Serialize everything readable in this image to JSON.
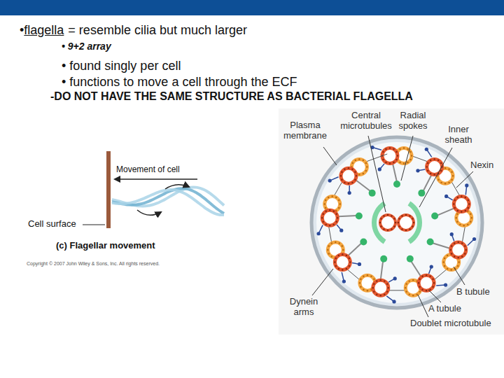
{
  "diagram": {
    "caption": "(c) Flagellar movement",
    "labels": [
      "•",
      "flagella",
      "= resemble cilia but much larger",
      "• 9+2 array",
      "• found singly per cell",
      "• functions to move a cell through the ECF",
      "-DO NOT HAVE THE SAME STRUCTURE AS BACTERIAL FLAGELLA",
      "Movement of cell",
      "Cell surface",
      "Copyright © 2007 John Wiley & Sons, Inc. All rights reserved.",
      "Central microtubules",
      "Radial spokes",
      "Plasma membrane",
      "Inner sheath",
      "Nexin",
      "B tubule",
      "A tubule",
      "Doublet microtubule",
      "Dynein arms"
    ]
  }
}
